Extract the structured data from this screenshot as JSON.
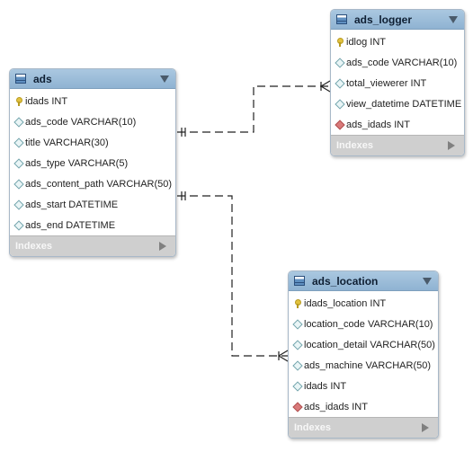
{
  "tables": {
    "ads": {
      "title": "ads",
      "columns": [
        {
          "name": "idads INT",
          "icon": "primary-key-icon"
        },
        {
          "name": "ads_code VARCHAR(10)",
          "icon": "column-diamond-icon"
        },
        {
          "name": "title VARCHAR(30)",
          "icon": "column-diamond-icon"
        },
        {
          "name": "ads_type VARCHAR(5)",
          "icon": "column-diamond-icon"
        },
        {
          "name": "ads_content_path VARCHAR(50)",
          "icon": "column-diamond-icon"
        },
        {
          "name": "ads_start DATETIME",
          "icon": "column-diamond-icon"
        },
        {
          "name": "ads_end DATETIME",
          "icon": "column-diamond-icon"
        }
      ],
      "indexes_label": "Indexes"
    },
    "ads_logger": {
      "title": "ads_logger",
      "columns": [
        {
          "name": "idlog INT",
          "icon": "primary-key-icon"
        },
        {
          "name": "ads_code VARCHAR(10)",
          "icon": "column-diamond-icon"
        },
        {
          "name": "total_viewerer INT",
          "icon": "column-diamond-icon"
        },
        {
          "name": "view_datetime DATETIME",
          "icon": "column-diamond-icon"
        },
        {
          "name": "ads_idads INT",
          "icon": "foreign-key-icon"
        }
      ],
      "indexes_label": "Indexes"
    },
    "ads_location": {
      "title": "ads_location",
      "columns": [
        {
          "name": "idads_location INT",
          "icon": "primary-key-icon"
        },
        {
          "name": "location_code VARCHAR(10)",
          "icon": "column-diamond-icon"
        },
        {
          "name": "location_detail VARCHAR(50)",
          "icon": "column-diamond-icon"
        },
        {
          "name": "ads_machine VARCHAR(50)",
          "icon": "column-diamond-icon"
        },
        {
          "name": "idads INT",
          "icon": "column-diamond-icon"
        },
        {
          "name": "ads_idads INT",
          "icon": "foreign-key-icon"
        }
      ],
      "indexes_label": "Indexes"
    }
  },
  "relationships": [
    {
      "from": "ads",
      "to": "ads_logger",
      "type": "one-to-many"
    },
    {
      "from": "ads",
      "to": "ads_location",
      "type": "one-to-many"
    }
  ],
  "colors": {
    "header": "#9dbdd9",
    "foreign_key": "#d97a7a",
    "primary_key": "#e2c23e",
    "indexes_bar": "#cfcfcf"
  }
}
